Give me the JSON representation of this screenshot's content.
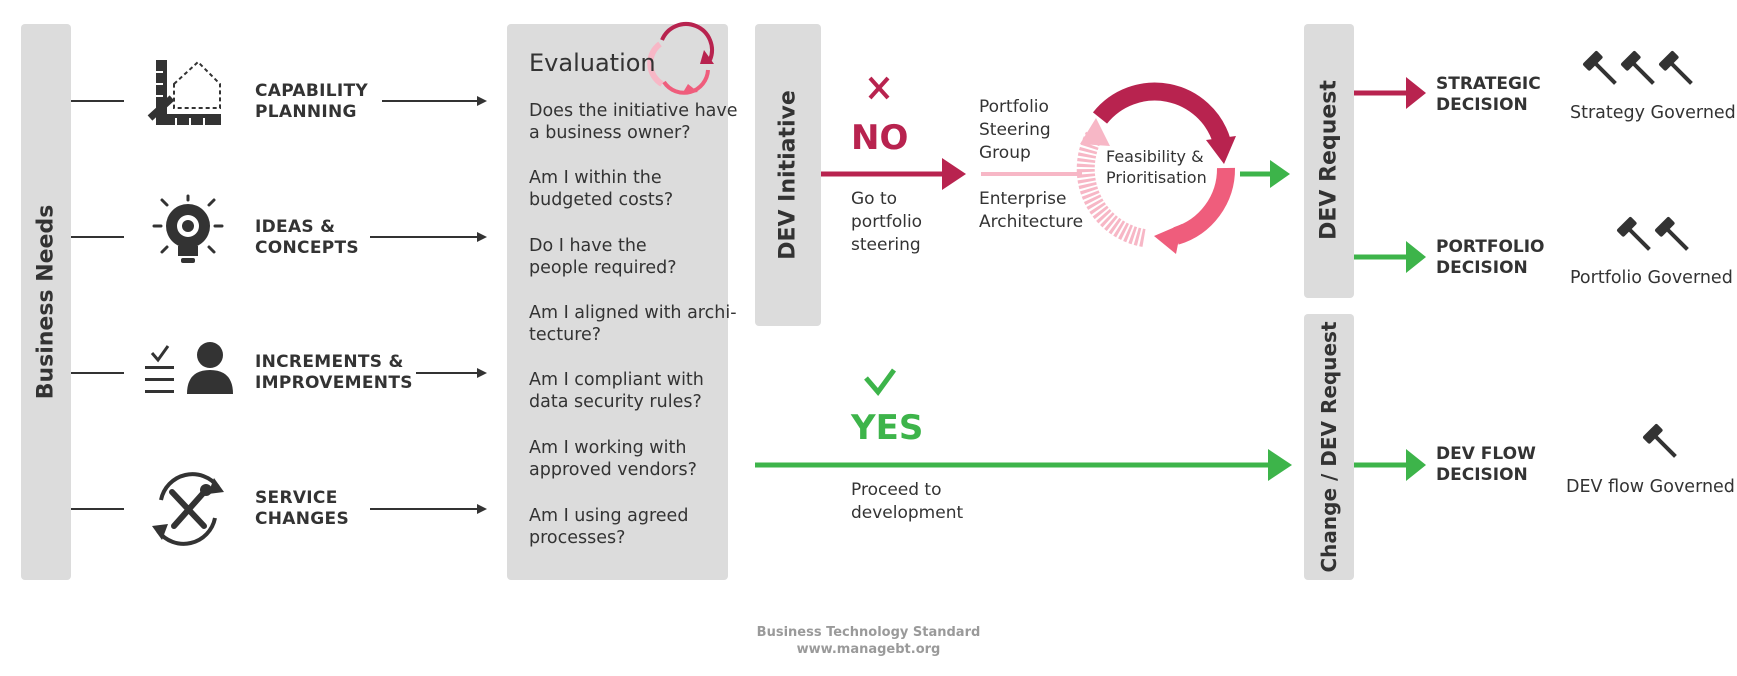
{
  "colors": {
    "panel": "#dcdcdc",
    "text": "#333333",
    "no_red": "#b8234f",
    "yes_green": "#3db44a",
    "pink_light": "#f7b7c6",
    "pink_mid": "#ef5d7c"
  },
  "business_needs": {
    "label": "Business Needs"
  },
  "categories": [
    {
      "label": "CAPABILITY\nPLANNING",
      "icon": "house-plan-icon"
    },
    {
      "label": "IDEAS &\nCONCEPTS",
      "icon": "lightbulb-gear-icon"
    },
    {
      "label": "INCREMENTS &\nIMPROVEMENTS",
      "icon": "checklist-person-icon"
    },
    {
      "label": "SERVICE\nCHANGES",
      "icon": "service-tools-icon"
    }
  ],
  "evaluation": {
    "title": "Evaluation",
    "icon": "cycle-arrows-icon",
    "questions": [
      "Does the initiative have\na business owner?",
      "Am I within the\nbudgeted costs?",
      "Do I have the\npeople required?",
      "Am I aligned with archi-\ntecture?",
      "Am I compliant with\ndata security rules?",
      "Am I working with\napproved vendors?",
      "Am I using agreed\nprocesses?"
    ]
  },
  "dev_initiative": {
    "label": "DEV Initiative"
  },
  "no_path": {
    "word": "NO",
    "icon": "cross-icon",
    "caption": "Go to\nportfolio\nsteering"
  },
  "yes_path": {
    "word": "YES",
    "icon": "check-icon",
    "caption": "Proceed to\ndevelopment"
  },
  "steering": {
    "group_label": "Portfolio\nSteering\nGroup",
    "architecture_label": "Enterprise\nArchitecture",
    "cycle_label": "Feasibility &\nPrioritisation"
  },
  "dev_request": {
    "label": "DEV Request"
  },
  "change_request": {
    "label": "Change / DEV Request"
  },
  "decisions": [
    {
      "label": "STRATEGIC\nDECISION",
      "governed": "Strategy Governed",
      "gavels": 3
    },
    {
      "label": "PORTFOLIO\nDECISION",
      "governed": "Portfolio Governed",
      "gavels": 2
    },
    {
      "label": "DEV FLOW\nDECISION",
      "governed": "DEV flow Governed",
      "gavels": 1
    }
  ],
  "footer": {
    "line1": "Business Technology Standard",
    "line2": "www.managebt.org"
  }
}
